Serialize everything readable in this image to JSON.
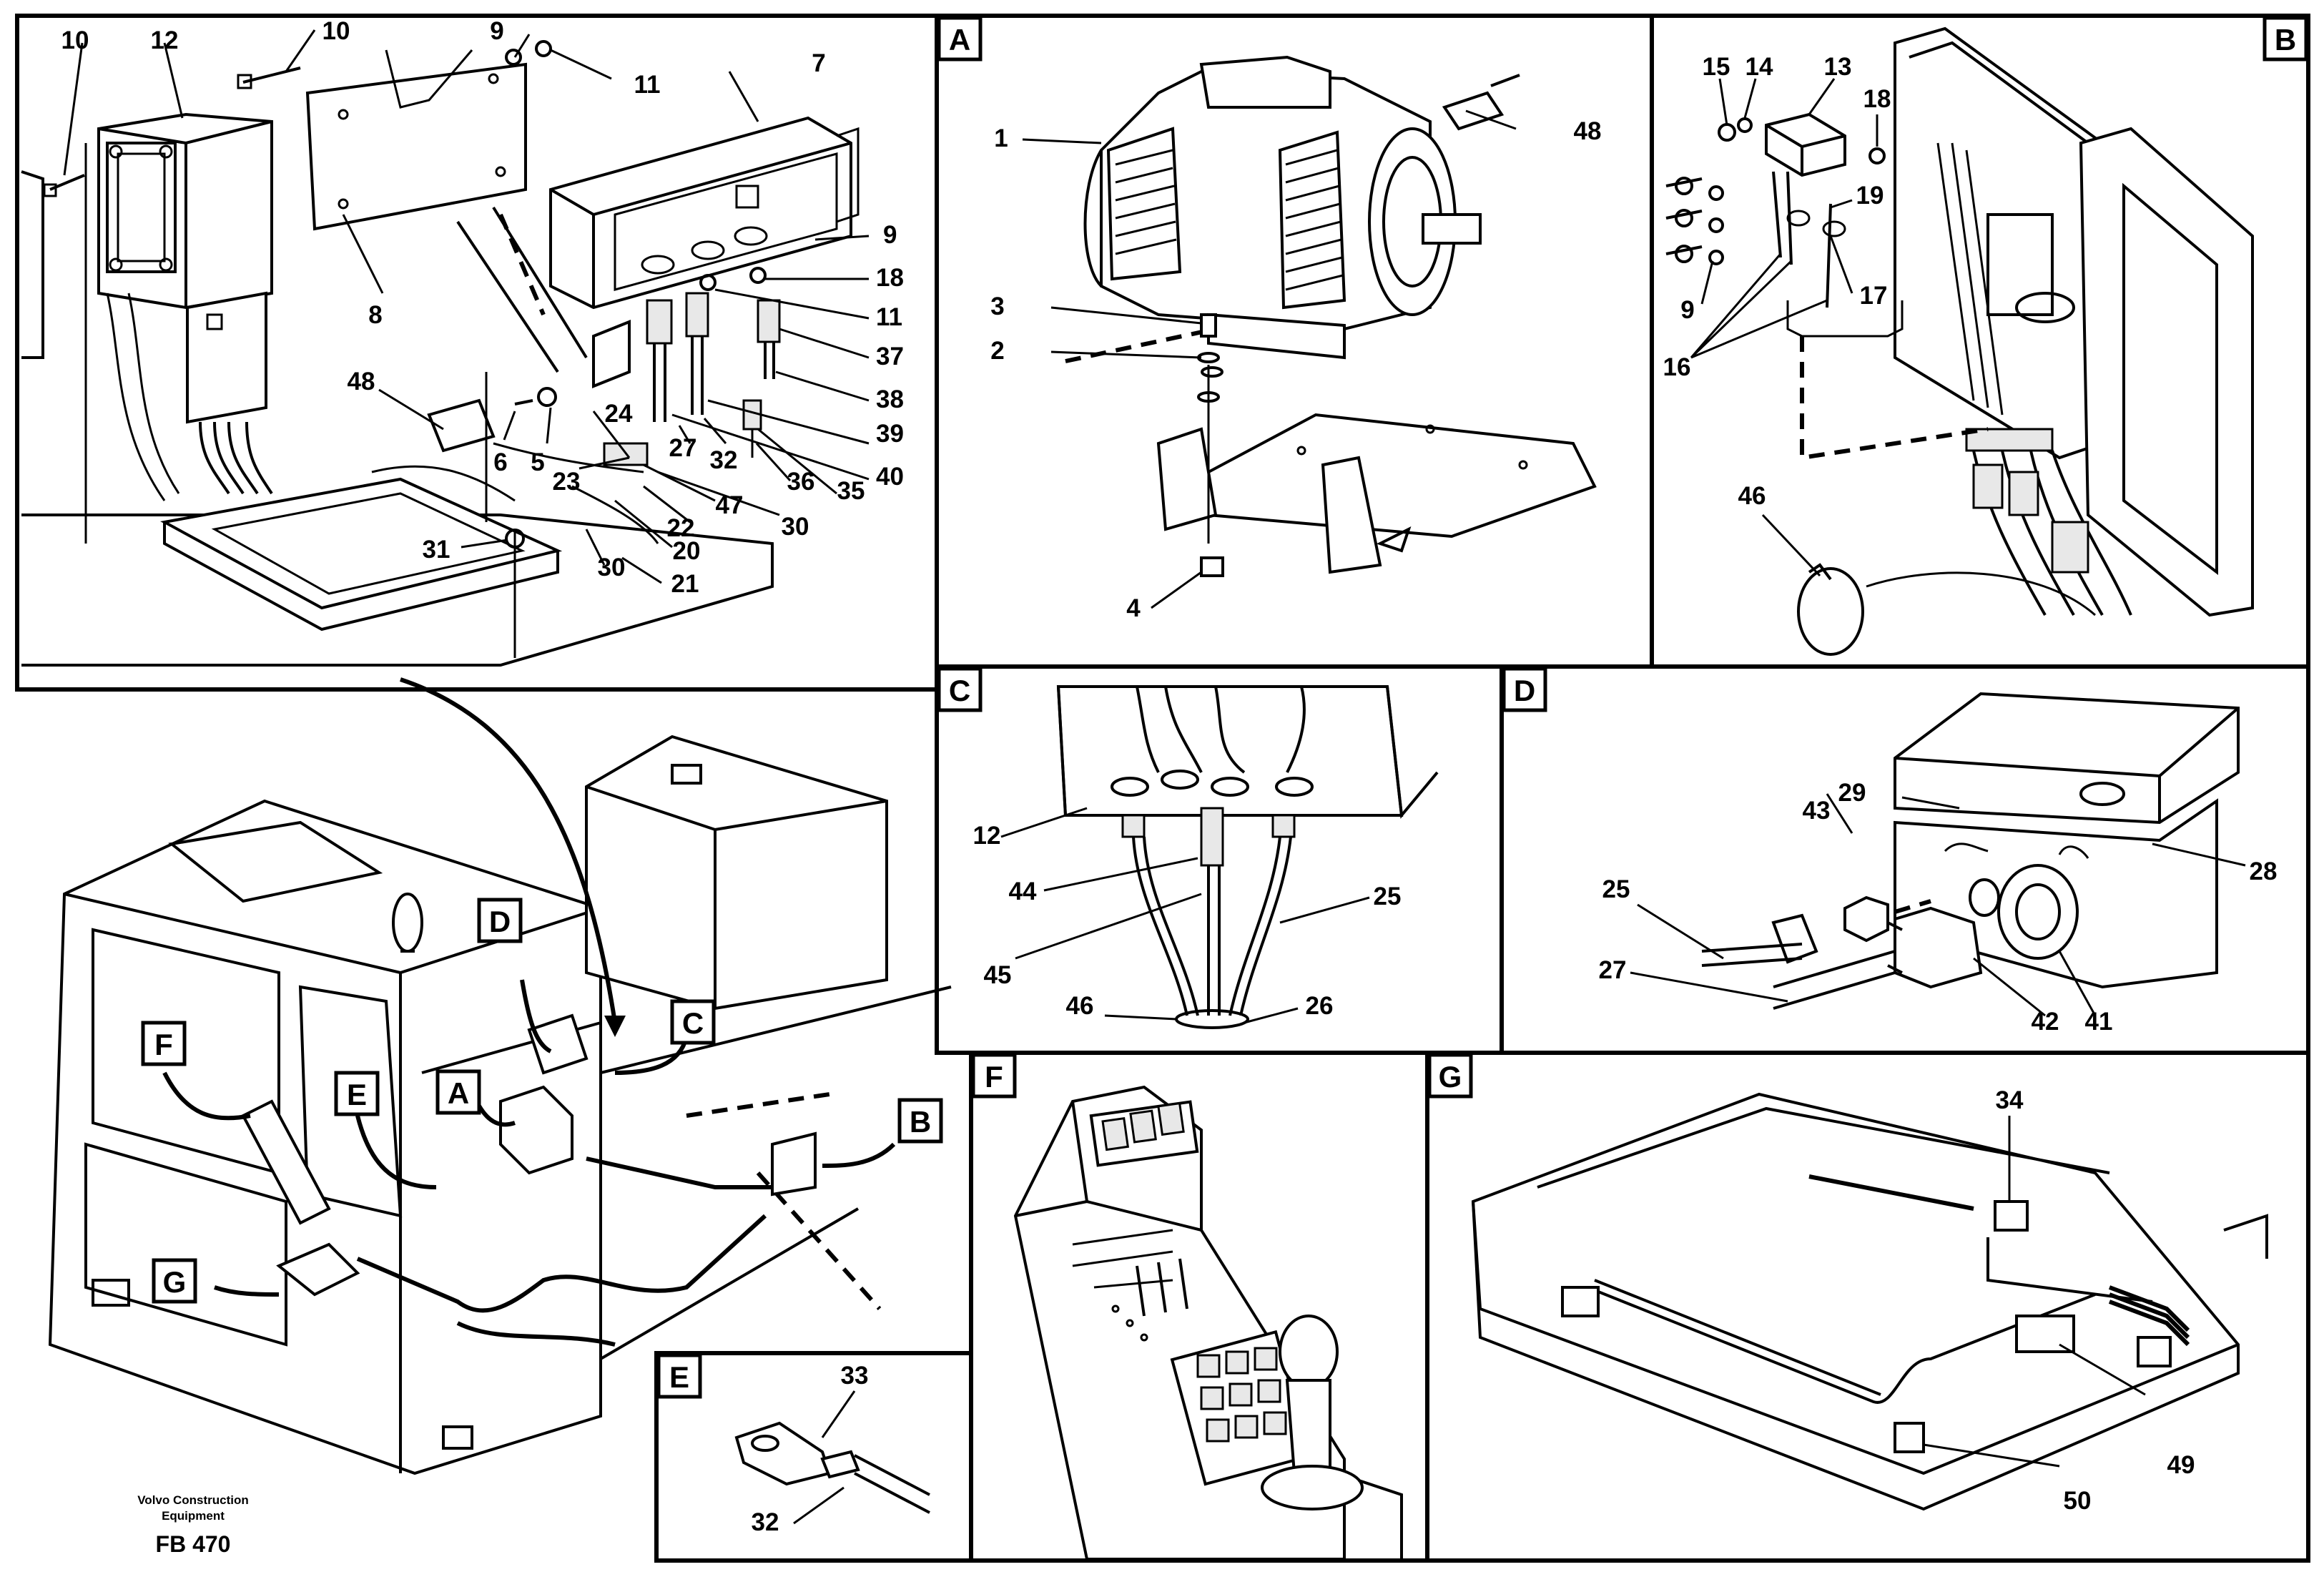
{
  "footer": {
    "brand_line1": "Volvo Construction",
    "brand_line2": "Equipment",
    "drawing_code": "FB 470"
  },
  "panels": {
    "A": "A",
    "B": "B",
    "C": "C",
    "D": "D",
    "E": "E",
    "F": "F",
    "G": "G"
  },
  "overview_tags": {
    "A": "A",
    "B": "B",
    "C": "C",
    "D": "D",
    "E": "E",
    "F": "F",
    "G": "G"
  },
  "main_labels": [
    "10",
    "12",
    "10",
    "9",
    "11",
    "7",
    "9",
    "18",
    "11",
    "37",
    "38",
    "39",
    "40",
    "8",
    "48",
    "24",
    "6",
    "5",
    "23",
    "27",
    "32",
    "36",
    "35",
    "22",
    "47",
    "30",
    "31",
    "20",
    "30",
    "21"
  ],
  "a_labels": [
    "1",
    "48",
    "3",
    "2",
    "4"
  ],
  "b_labels": [
    "15",
    "14",
    "13",
    "18",
    "19",
    "17",
    "9",
    "16",
    "46"
  ],
  "c_labels": [
    "12",
    "44",
    "25",
    "45",
    "46",
    "26"
  ],
  "d_labels": [
    "29",
    "43",
    "25",
    "28",
    "27",
    "42",
    "41"
  ],
  "e_labels": [
    "33",
    "32"
  ],
  "g_labels": [
    "34",
    "49",
    "50"
  ]
}
